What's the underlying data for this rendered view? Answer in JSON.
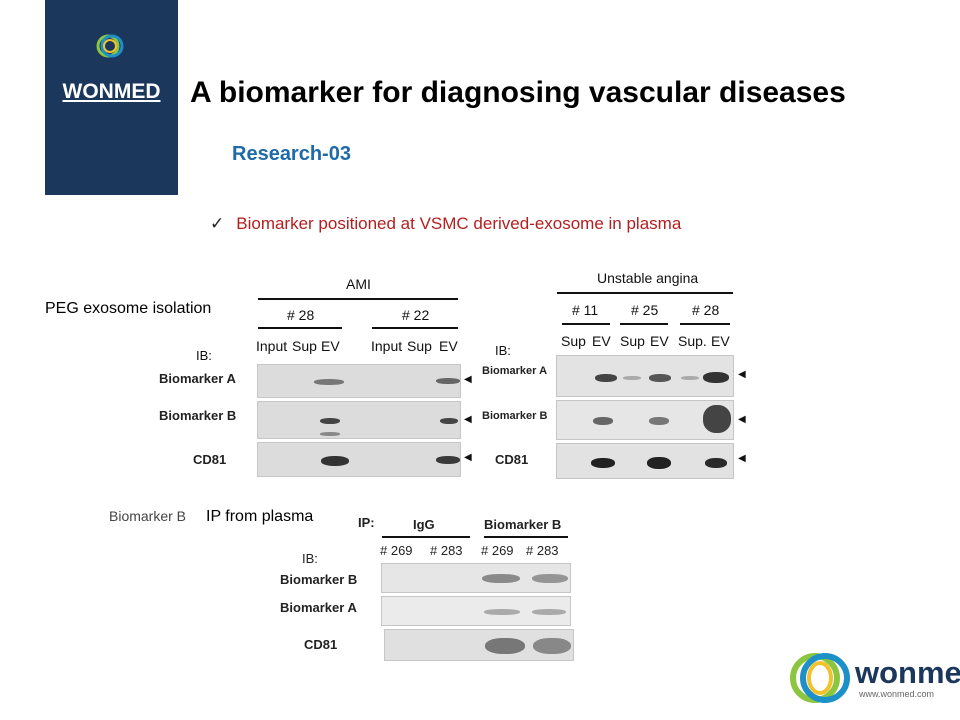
{
  "brand": {
    "name": "WONMED",
    "logo_icon": "ring-logo-icon"
  },
  "header": {
    "title": "A biomarker for diagnosing vascular diseases",
    "subtitle": "Research-03"
  },
  "highlight": {
    "check": "✓",
    "text": "Biomarker positioned at VSMC derived-exosome in plasma"
  },
  "captions": {
    "peg": "PEG exosome isolation",
    "ip_prefix": "Biomarker B",
    "ip_suffix": "IP from plasma"
  },
  "ami_panel": {
    "group": "AMI",
    "samples": [
      "# 28",
      "# 22"
    ],
    "lanes": [
      "Input",
      "Sup",
      "EV",
      "Input",
      "Sup",
      "EV"
    ],
    "ib": "IB:",
    "rows": [
      "Biomarker A",
      "Biomarker B",
      "CD81"
    ]
  },
  "angina_panel": {
    "group": "Unstable angina",
    "samples": [
      "# 11",
      "# 25",
      "# 28"
    ],
    "lanes": [
      "Sup",
      "EV",
      "Sup",
      "EV",
      "Sup.",
      "EV"
    ],
    "ib": "IB:",
    "rows": [
      "Biomarker A",
      "Biomarker B",
      "CD81"
    ]
  },
  "ip_panel": {
    "ip_label": "IP:",
    "groups": [
      "IgG",
      "Biomarker B"
    ],
    "samples": [
      "# 269",
      "# 283",
      "# 269",
      "# 283"
    ],
    "ib": "IB:",
    "rows": [
      "Biomarker B",
      "Biomarker A",
      "CD81"
    ]
  },
  "footer": {
    "name": "wonmed",
    "url": "www.wonmed.com",
    "logo_icon": "wonmed-logo-icon"
  },
  "colors": {
    "brand_navy": "#1b375c",
    "subtitle_blue": "#1f6aa8",
    "highlight_red": "#b41e1e"
  }
}
